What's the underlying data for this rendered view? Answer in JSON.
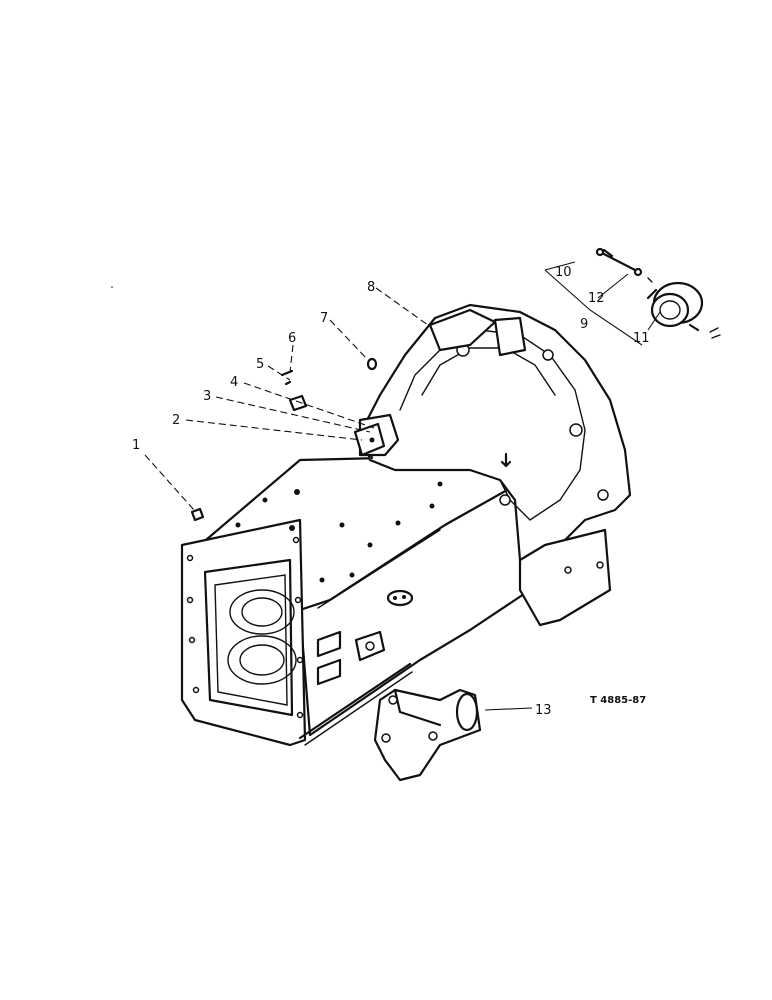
{
  "callouts": {
    "c1": "1",
    "c2": "2",
    "c3": "3",
    "c4": "4",
    "c5": "5",
    "c6": "6",
    "c7": "7",
    "c8": "8",
    "c9": "9",
    "c10": "10",
    "c11": "11",
    "c12": "12",
    "c13": "13"
  },
  "figure_ref": "T 4885-87"
}
